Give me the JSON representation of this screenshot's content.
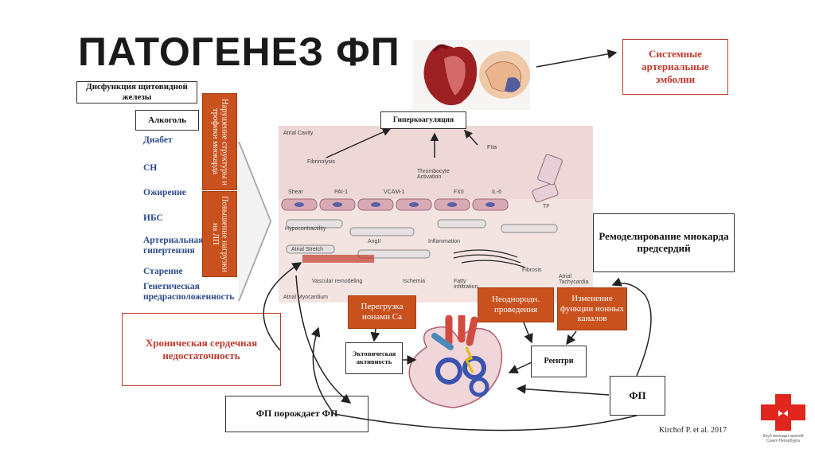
{
  "title": "ПАТОГЕНЕЗ ФП",
  "boxes": {
    "systemic_emboli": "Системные артериальные эмболии",
    "thyroid": "Дисфункция щитовидной железы",
    "alcohol": "Алкоголь",
    "hypercoag": "Гиперкоагуляция",
    "remodeling": "Ремоделирование миокарда предсердий",
    "chf": "Хроническая сердечная недостаточность",
    "af_begets": "ФП порождает ФП",
    "af": "ФП",
    "ectopic": "Эктопическая активность",
    "reentry": "Реентри"
  },
  "orange_boxes": {
    "calcium": "Перегрузка ионами Са",
    "conduction": "Неоднородн. проведения",
    "ion_channels": "Изменение функции ионных каналов",
    "myocard_structure": "Нарушение структуры и трофики миокарда",
    "lv_load": "Повышение нагрузки на ЛП"
  },
  "risk_factors": [
    "Диабет",
    "СН",
    "Ожирение",
    "ИБС",
    "Артериальная гипертензия",
    "Старение",
    "Генетическая предрасположенность"
  ],
  "figure_labels": {
    "atrial_cavity": "Atrial Cavity",
    "fibrinolysis": "Fibrinolysis",
    "thrombocyte": "Thrombocyte Activation",
    "fiia": "FIIa",
    "shear": "Shear",
    "pai1": "PAI-1",
    "vcam1": "VCAM-1",
    "fxii": "FXII",
    "il6": "IL-6",
    "tf": "TF",
    "hypocontractility": "Hypocontractility",
    "angii": "AngII",
    "inflammation": "Inflammation",
    "atrial_stretch": "Atrial Stretch",
    "fibrosis": "Fibrosis",
    "vascular_remodeling": "Vascular remodeling",
    "ischemia": "Ischemia",
    "fatty": "Fatty Infiltration",
    "atrial_tachy": "Atrial Tachycardia",
    "atrial_myocardium": "Atrial Myocardium"
  },
  "citation": "Kirchof P. et al. 2017",
  "logo_text": "Клуб молодых врачей Санкт-Петербурга",
  "colors": {
    "orange": "#c9511e",
    "red_text": "#c0392b",
    "risk_blue": "#2a4a8a",
    "panel_bg": "#f3e4e2",
    "logo_red": "#e0261d"
  }
}
